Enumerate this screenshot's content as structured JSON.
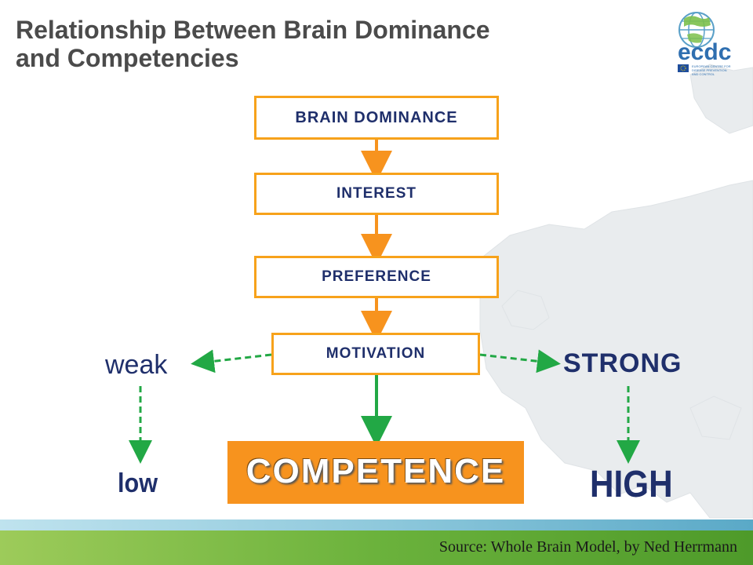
{
  "title": {
    "line1": "Relationship Between Brain Dominance",
    "line2": "and Competencies"
  },
  "logo": {
    "wordmark": "ecdc",
    "subtext": "EUROPEAN CENTRE FOR DISEASE PREVENTION AND CONTROL"
  },
  "flow": {
    "steps": [
      "BRAIN DOMINANCE",
      "INTEREST",
      "PREFERENCE",
      "MOTIVATION"
    ],
    "outcome": "COMPETENCE"
  },
  "branches": {
    "weak": "weak",
    "low": "low",
    "strong": "STRONG",
    "high": "HIGH"
  },
  "source": "Source: Whole Brain Model, by Ned Herrmann",
  "colors": {
    "box_border": "#f7a21b",
    "box_text": "#1f2f6b",
    "competence_fill": "#f7931e",
    "orange_arrow": "#f7931e",
    "green_arrow": "#22a845",
    "footer_green": "#6bb23c",
    "footer_blue": "#8fc9dc"
  }
}
